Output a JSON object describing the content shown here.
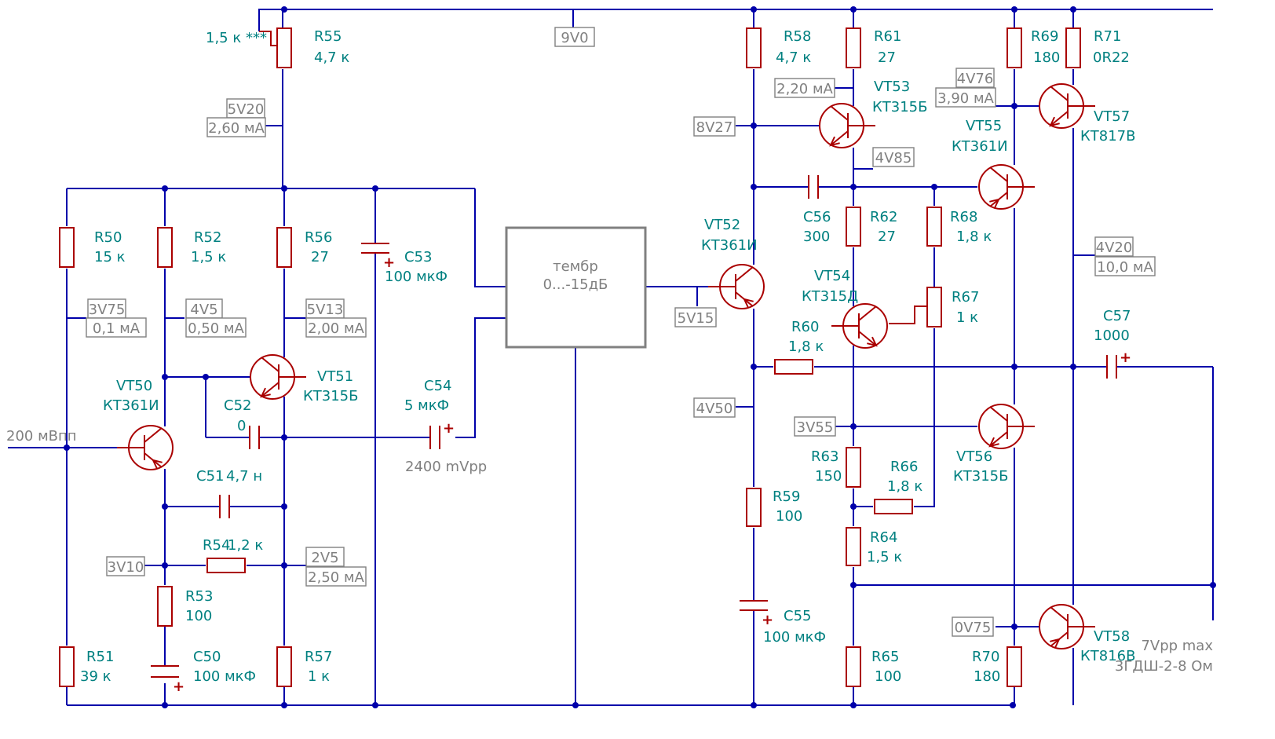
{
  "supply": "9V0",
  "input_signal": "200 мВпп",
  "mid_signal": "2400 mVpp",
  "output_note": [
    "7Vpp max",
    "3ГДШ-2-8 Ом"
  ],
  "tone_block": {
    "line1": "тембр",
    "line2": "0...-15дБ"
  },
  "trim_note": "1,5 к ***",
  "resistors": {
    "R50": {
      "ref": "R50",
      "value": "15 к"
    },
    "R51": {
      "ref": "R51",
      "value": "39 к"
    },
    "R52": {
      "ref": "R52",
      "value": "1,5 к"
    },
    "R53": {
      "ref": "R53",
      "value": "100"
    },
    "R54": {
      "ref": "R54",
      "value": "1,2 к"
    },
    "R55": {
      "ref": "R55",
      "value": "4,7 к"
    },
    "R56": {
      "ref": "R56",
      "value": "27"
    },
    "R57": {
      "ref": "R57",
      "value": "1 к"
    },
    "R58": {
      "ref": "R58",
      "value": "4,7 к"
    },
    "R59": {
      "ref": "R59",
      "value": "100"
    },
    "R60": {
      "ref": "R60",
      "value": "1,8 к"
    },
    "R61": {
      "ref": "R61",
      "value": "27"
    },
    "R62": {
      "ref": "R62",
      "value": "27"
    },
    "R63": {
      "ref": "R63",
      "value": "150"
    },
    "R64": {
      "ref": "R64",
      "value": "1,5 к"
    },
    "R65": {
      "ref": "R65",
      "value": "100"
    },
    "R66": {
      "ref": "R66",
      "value": "1,8 к"
    },
    "R67": {
      "ref": "R67",
      "value": "1 к"
    },
    "R68": {
      "ref": "R68",
      "value": "1,8 к"
    },
    "R69": {
      "ref": "R69",
      "value": "180"
    },
    "R70": {
      "ref": "R70",
      "value": "180"
    },
    "R71": {
      "ref": "R71",
      "value": "0R22"
    }
  },
  "capacitors": {
    "C50": {
      "ref": "C50",
      "value": "100 мкФ"
    },
    "C51": {
      "ref": "C51",
      "value": "4,7 н"
    },
    "C52": {
      "ref": "C52",
      "value": "0"
    },
    "C53": {
      "ref": "C53",
      "value": "100 мкФ"
    },
    "C54": {
      "ref": "C54",
      "value": "5 мкФ"
    },
    "C55": {
      "ref": "C55",
      "value": "100 мкФ"
    },
    "C56": {
      "ref": "C56",
      "value": "300"
    },
    "C57": {
      "ref": "C57",
      "value": "1000"
    }
  },
  "transistors": {
    "VT50": {
      "ref": "VT50",
      "part": "КТ361И"
    },
    "VT51": {
      "ref": "VT51",
      "part": "КТ315Б"
    },
    "VT52": {
      "ref": "VT52",
      "part": "КТ361И"
    },
    "VT53": {
      "ref": "VT53",
      "part": "КТ315Б"
    },
    "VT54": {
      "ref": "VT54",
      "part": "КТ315Д"
    },
    "VT55": {
      "ref": "VT55",
      "part": "КТ361И"
    },
    "VT56": {
      "ref": "VT56",
      "part": "КТ315Б"
    },
    "VT57": {
      "ref": "VT57",
      "part": "КТ817В"
    },
    "VT58": {
      "ref": "VT58",
      "part": "КТ816В"
    }
  },
  "testpoints": {
    "tp_5v20": "5V20",
    "tp_2v60ma": "2,60 мА",
    "tp_3v75": "3V75",
    "tp_0v1ma": "0,1 мА",
    "tp_4v5": "4V5",
    "tp_0v50ma": "0,50 мА",
    "tp_5v13": "5V13",
    "tp_2v00ma": "2,00 мА",
    "tp_3v10": "3V10",
    "tp_2v5": "2V5",
    "tp_2v50ma": "2,50 мА",
    "tp_2v20ma": "2,20 мА",
    "tp_8v27": "8V27",
    "tp_4v85": "4V85",
    "tp_4v76": "4V76",
    "tp_3v90ma": "3,90 мА",
    "tp_5v15": "5V15",
    "tp_4v50": "4V50",
    "tp_4v20": "4V20",
    "tp_10v0ma": "10,0 мА",
    "tp_3v55": "3V55",
    "tp_0v75": "0V75"
  },
  "colors": {
    "wire": "#0000aa",
    "component": "#aa0000",
    "label": "#008080",
    "testpoint": "#808080"
  }
}
